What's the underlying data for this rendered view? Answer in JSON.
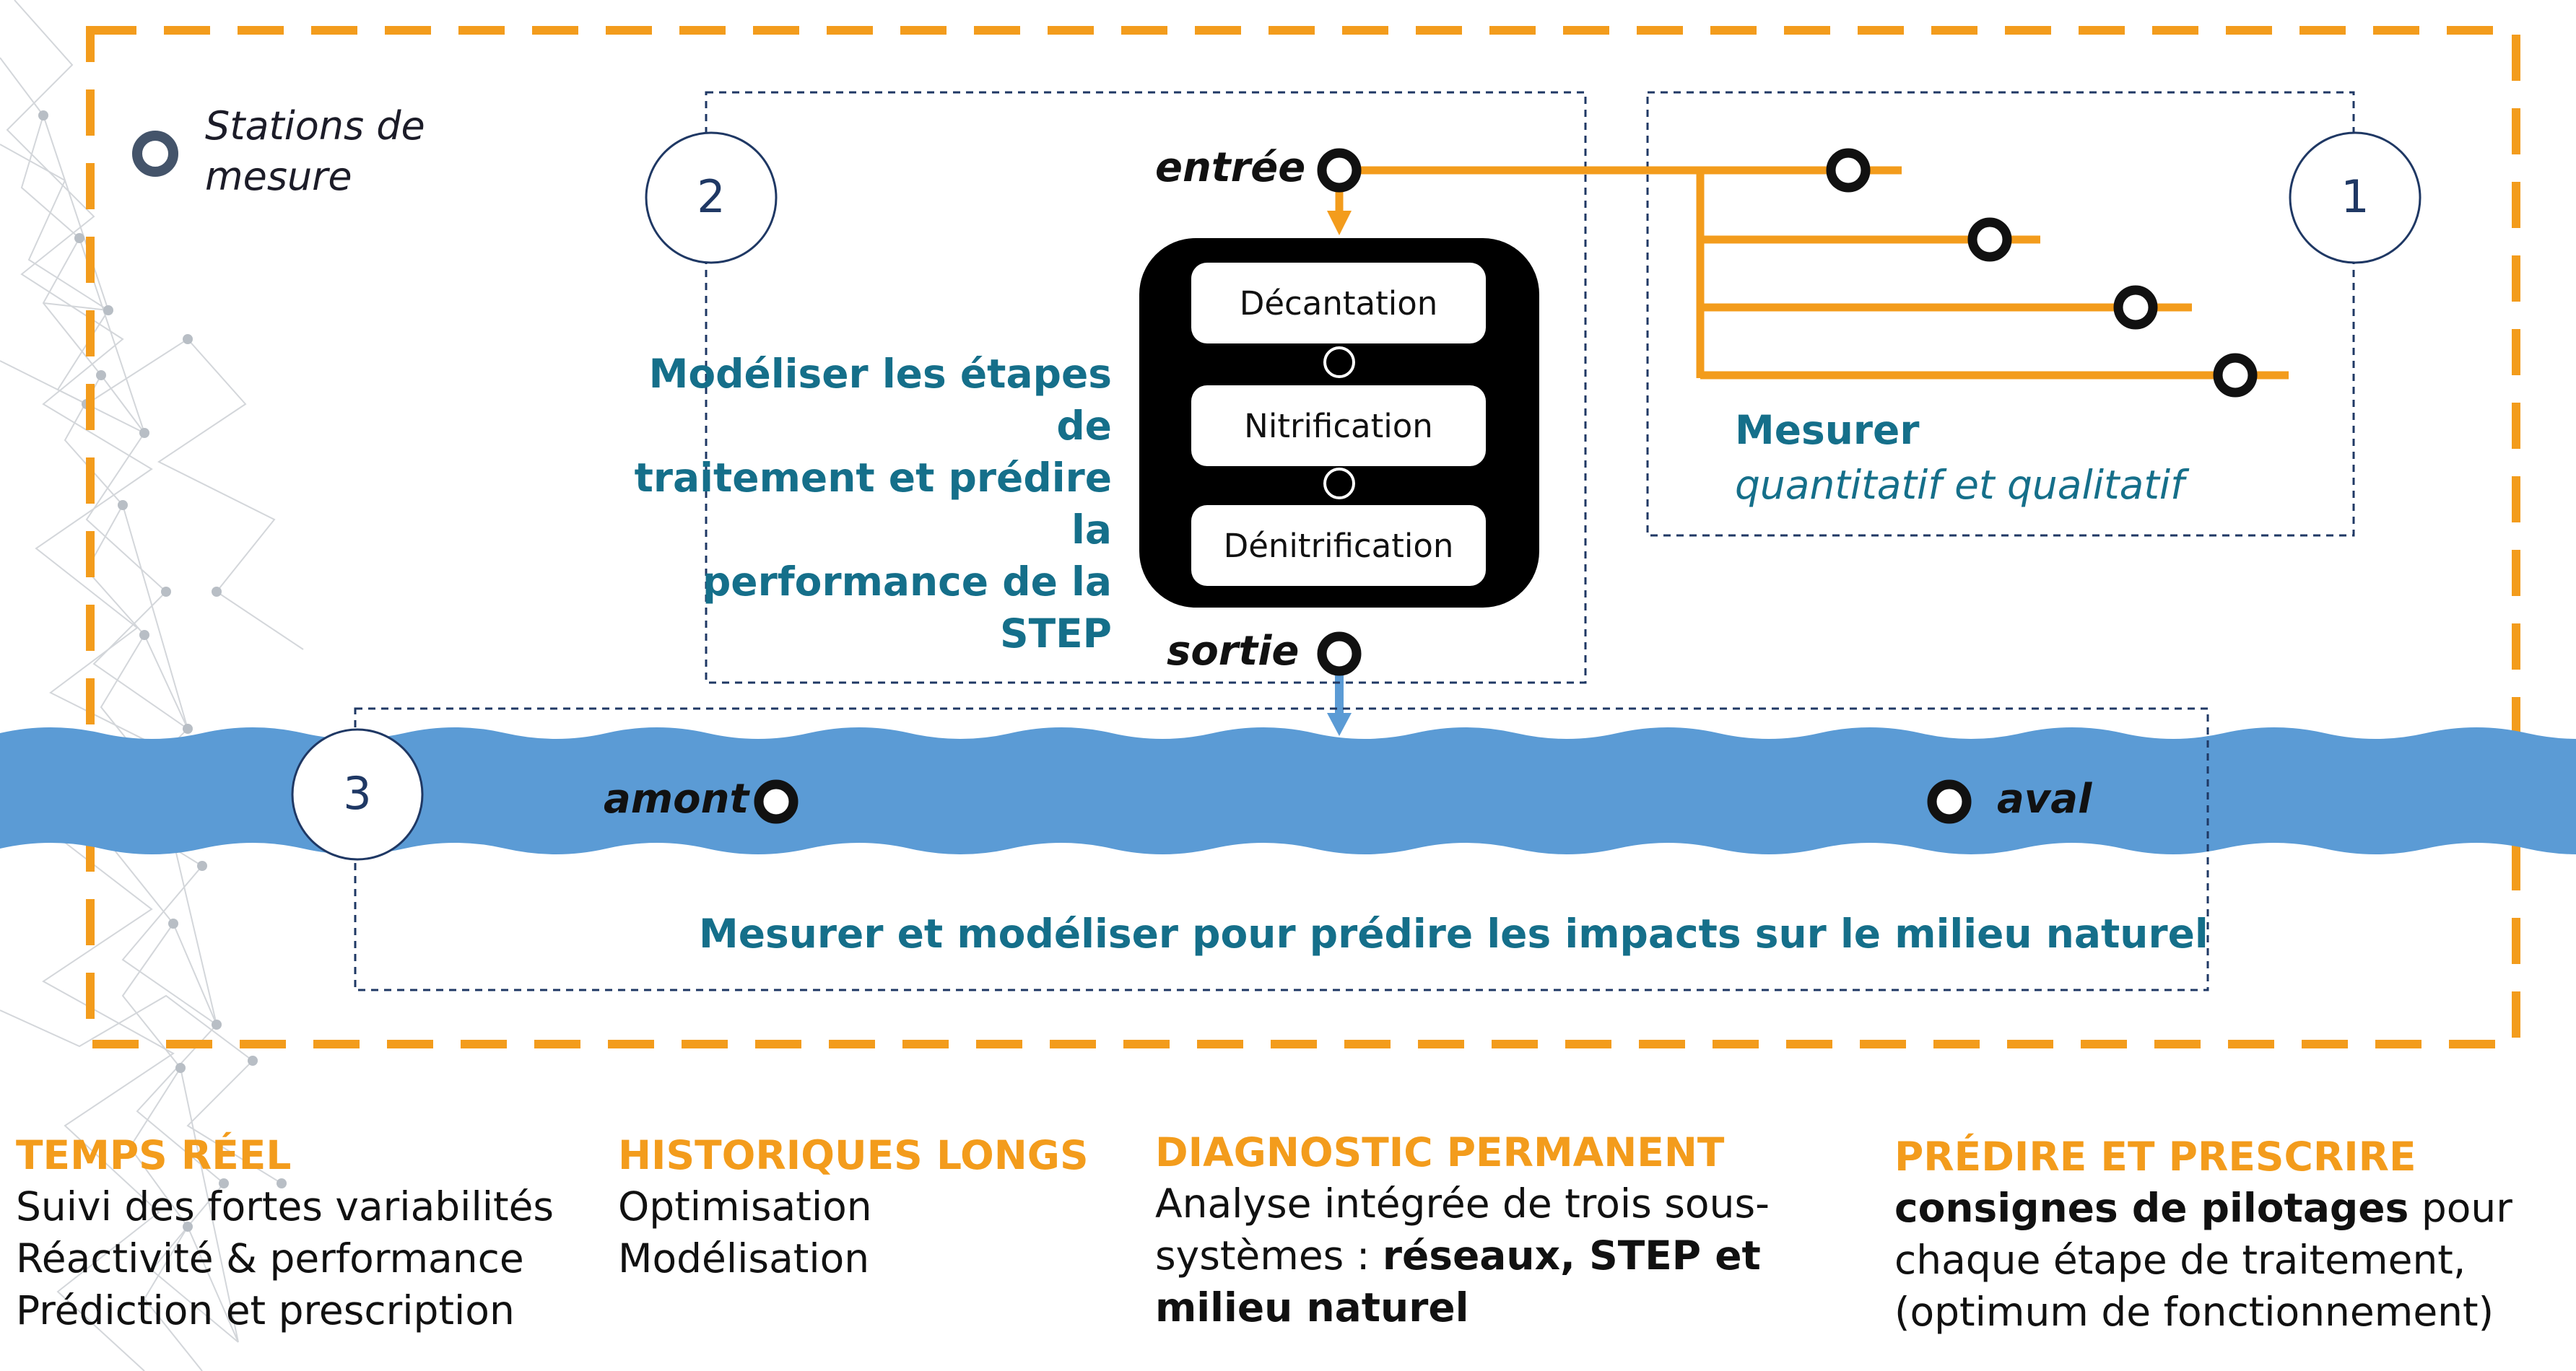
{
  "legend": {
    "label_line1": "Stations de",
    "label_line2": "mesure"
  },
  "numbers": {
    "n1": "1",
    "n2": "2",
    "n3": "3"
  },
  "flow": {
    "entree": "entrée",
    "sortie": "sortie",
    "amont": "amont",
    "aval": "aval"
  },
  "stages": [
    "Décantation",
    "Nitrification",
    "Dénitrification"
  ],
  "model_box": {
    "line1": "Modéliser les étapes de",
    "line2": "traitement et prédire la",
    "line3": "performance de la STEP"
  },
  "measure_box": {
    "title": "Mesurer",
    "subtitle": "quantitatif et qualitatif"
  },
  "river_box": {
    "text": "Mesurer et modéliser pour prédire les impacts sur le milieu naturel"
  },
  "columns": [
    {
      "title": "TEMPS RÉEL",
      "lines": [
        "Suivi des fortes variabilités",
        "Réactivité & performance",
        "Prédiction et prescription"
      ]
    },
    {
      "title": "HISTORIQUES LONGS",
      "lines": [
        "Optimisation",
        "Modélisation"
      ]
    },
    {
      "title": "DIAGNOSTIC PERMANENT",
      "line1": "Analyse intégrée de trois sous-",
      "line2_normal": "systèmes : ",
      "line2_bold": "réseaux, STEP et",
      "line3_bold": "milieu naturel"
    },
    {
      "title": "PRÉDIRE ET PRESCRIRE",
      "line1_bold": "consignes de pilotages",
      "line1_normal": " pour",
      "line2": "chaque étape de traitement,",
      "line3": "(optimum de fonctionnement)"
    }
  ],
  "colors": {
    "orange": "#f39c1c",
    "navy": "#1f3864",
    "river": "#5b9bd5",
    "teal": "#156f8a",
    "station": "#111111",
    "legend_station": "#44546a"
  }
}
